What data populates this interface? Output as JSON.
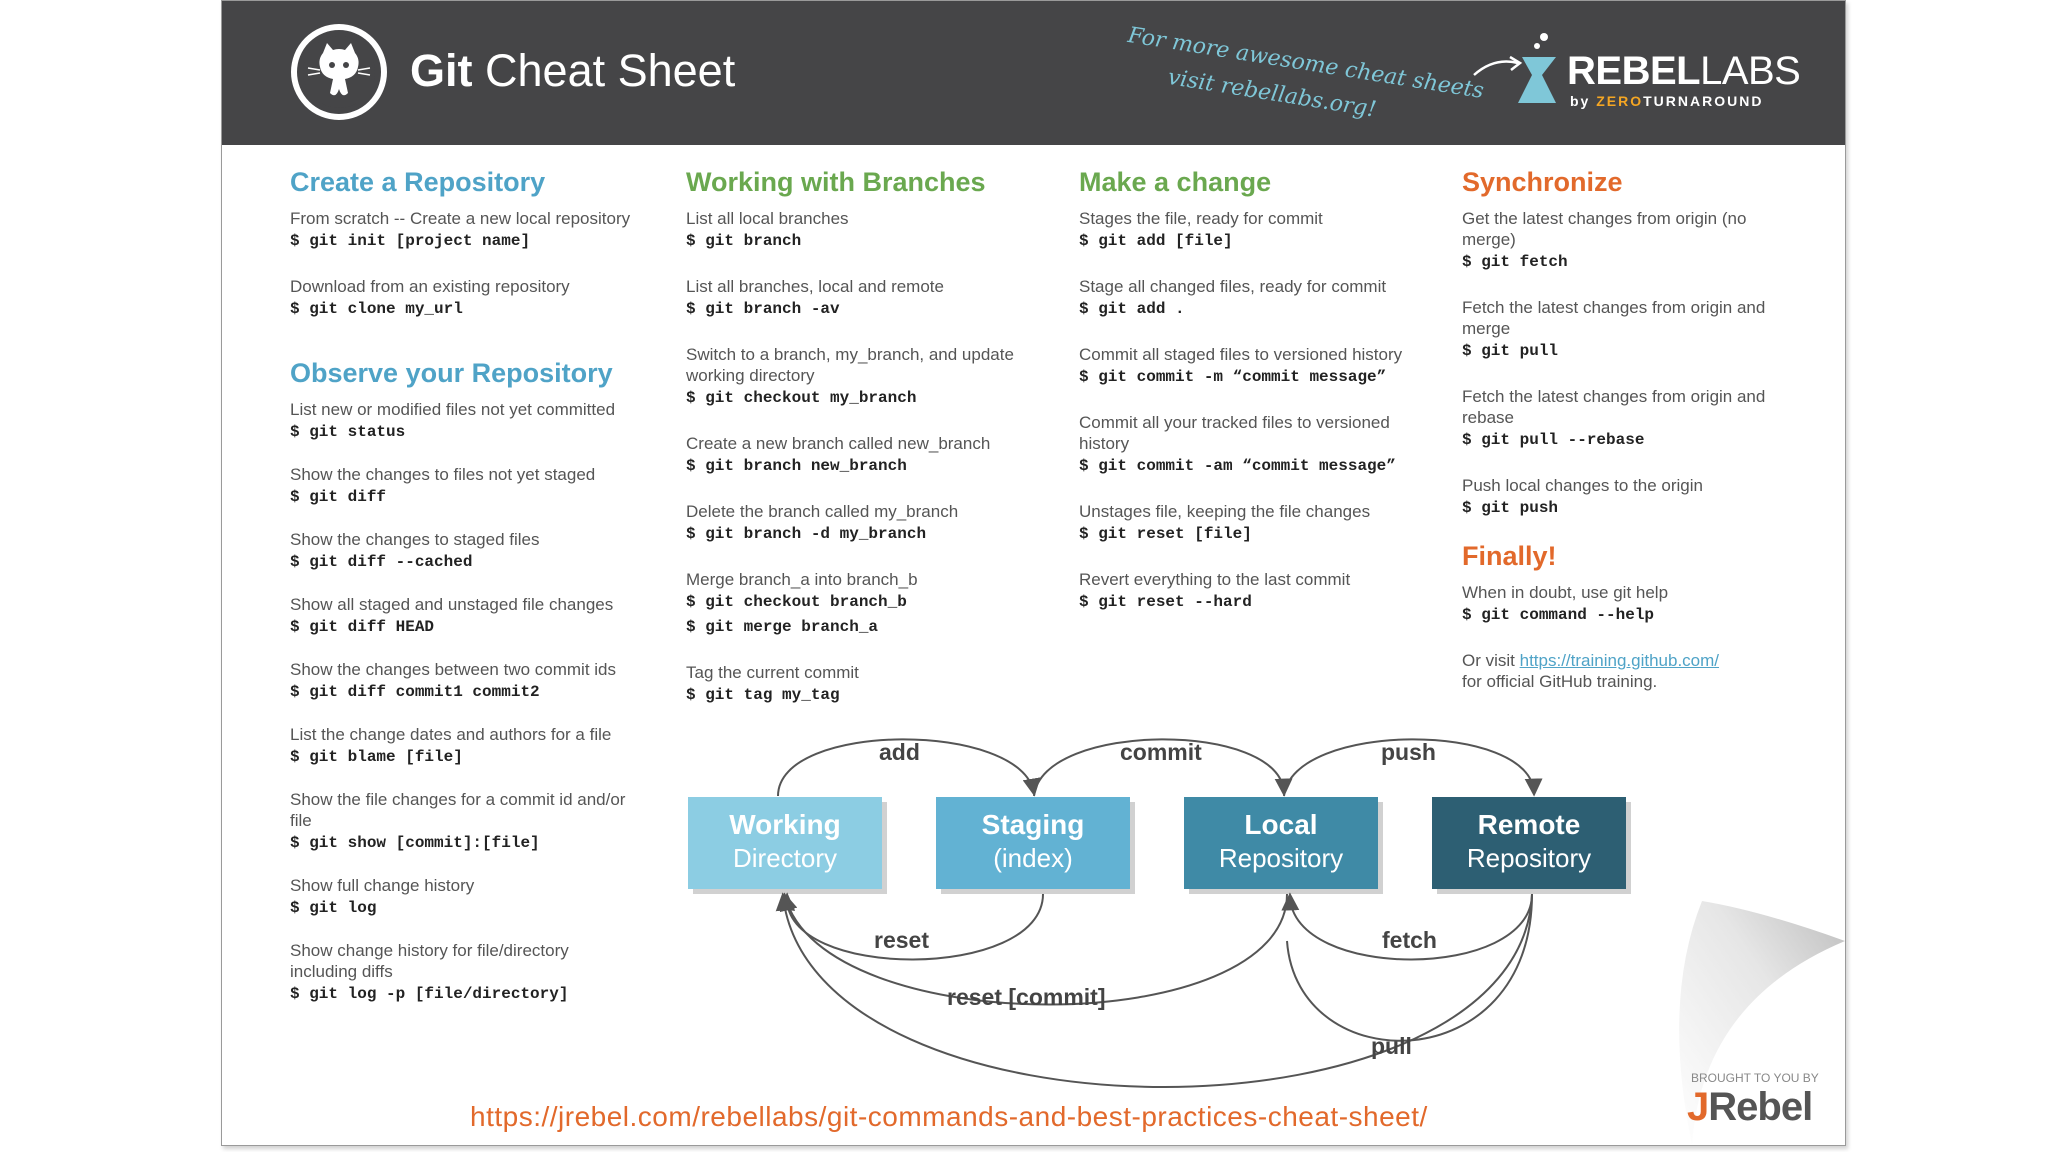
{
  "header": {
    "title_bold": "Git",
    "title_light": "Cheat Sheet",
    "promo_line1": "For more awesome cheat sheets",
    "promo_line2": "visit rebellabs.org!",
    "brand_bold": "REBEL",
    "brand_light": "LABS",
    "brand_by": "by",
    "brand_zero": "ZERO",
    "brand_turnaround": "TURNAROUND",
    "logo_icon": "github-octocat-icon"
  },
  "columns": {
    "create": {
      "title": "Create a Repository",
      "items": [
        {
          "desc": "From scratch -- Create a new local repository",
          "cmds": [
            "$ git init [project name]"
          ]
        },
        {
          "desc": "Download from an existing repository",
          "cmds": [
            "$ git clone my_url"
          ]
        }
      ]
    },
    "observe": {
      "title": "Observe your Repository",
      "items": [
        {
          "desc": "List new or modified files not yet committed",
          "cmds": [
            "$ git status"
          ]
        },
        {
          "desc": "Show the changes to files not yet staged",
          "cmds": [
            "$ git diff"
          ]
        },
        {
          "desc": "Show the changes to staged files",
          "cmds": [
            "$ git diff --cached"
          ]
        },
        {
          "desc": "Show all staged and unstaged file changes",
          "cmds": [
            "$ git diff HEAD"
          ]
        },
        {
          "desc": "Show the changes between two commit ids",
          "cmds": [
            "$ git diff commit1 commit2"
          ]
        },
        {
          "desc": "List the change dates and authors for a file",
          "cmds": [
            "$ git blame [file]"
          ]
        },
        {
          "desc": "Show the file changes for a commit id and/or file",
          "cmds": [
            "$ git show [commit]:[file]"
          ]
        },
        {
          "desc": "Show full change history",
          "cmds": [
            "$ git log"
          ]
        },
        {
          "desc": "Show change history for file/directory including diffs",
          "cmds": [
            "$ git log -p [file/directory]"
          ]
        }
      ]
    },
    "branches": {
      "title": "Working with Branches",
      "items": [
        {
          "desc": "List all local branches",
          "cmds": [
            "$ git branch"
          ]
        },
        {
          "desc": "List all branches, local and remote",
          "cmds": [
            "$ git branch -av"
          ]
        },
        {
          "desc": "Switch to a branch, my_branch, and update working directory",
          "cmds": [
            "$ git checkout my_branch"
          ]
        },
        {
          "desc": "Create a new branch called new_branch",
          "cmds": [
            "$ git branch new_branch"
          ]
        },
        {
          "desc": "Delete the branch called my_branch",
          "cmds": [
            "$ git branch -d my_branch"
          ]
        },
        {
          "desc": "Merge branch_a into branch_b",
          "cmds": [
            "$ git checkout branch_b",
            "$ git merge branch_a"
          ]
        },
        {
          "desc": "Tag the current commit",
          "cmds": [
            "$ git tag my_tag"
          ]
        }
      ]
    },
    "change": {
      "title": "Make a change",
      "items": [
        {
          "desc": "Stages the file, ready for commit",
          "cmds": [
            "$ git add [file]"
          ]
        },
        {
          "desc": "Stage all changed files, ready for commit",
          "cmds": [
            "$ git add ."
          ]
        },
        {
          "desc": "Commit all staged files to versioned history",
          "cmds": [
            "$ git commit -m “commit message”"
          ]
        },
        {
          "desc": "Commit all your tracked files to versioned history",
          "cmds": [
            "$ git commit -am “commit message”"
          ]
        },
        {
          "desc": "Unstages file, keeping the file changes",
          "cmds": [
            "$ git reset [file]"
          ]
        },
        {
          "desc": "Revert everything to the last commit",
          "cmds": [
            "$ git reset --hard"
          ]
        }
      ]
    },
    "sync": {
      "title": "Synchronize",
      "items": [
        {
          "desc": "Get the latest changes from origin (no merge)",
          "cmds": [
            "$ git fetch"
          ]
        },
        {
          "desc": "Fetch the latest changes from origin and merge",
          "cmds": [
            "$ git pull"
          ]
        },
        {
          "desc": "Fetch the latest changes from origin and rebase",
          "cmds": [
            "$ git pull --rebase"
          ]
        },
        {
          "desc": "Push local changes to the origin",
          "cmds": [
            "$ git push"
          ]
        }
      ]
    },
    "finally": {
      "title": "Finally!",
      "help_desc": "When in doubt, use git help",
      "help_cmd": "$ git command --help",
      "visit_prefix": "Or visit",
      "visit_link": "https://training.github.com/",
      "visit_suffix": "for official GitHub training."
    }
  },
  "diagram": {
    "boxes": [
      {
        "line1": "Working",
        "line2": "Directory",
        "color": "#8ccde3"
      },
      {
        "line1": "Staging",
        "line2": "(index)",
        "color": "#62b2d3"
      },
      {
        "line1": "Local",
        "line2": "Repository",
        "color": "#3f8aa6"
      },
      {
        "line1": "Remote",
        "line2": "Repository",
        "color": "#2d5f73"
      }
    ],
    "labels": {
      "add": "add",
      "commit": "commit",
      "push": "push",
      "reset": "reset",
      "fetch": "fetch",
      "reset_commit": "reset [commit]",
      "pull": "pull"
    }
  },
  "footer": {
    "url": "https://jrebel.com/rebellabs/git-commands-and-best-practices-cheat-sheet/",
    "brought_by": "BROUGHT TO YOU BY",
    "jrebel_j": "J",
    "jrebel_rest": "Rebel"
  }
}
